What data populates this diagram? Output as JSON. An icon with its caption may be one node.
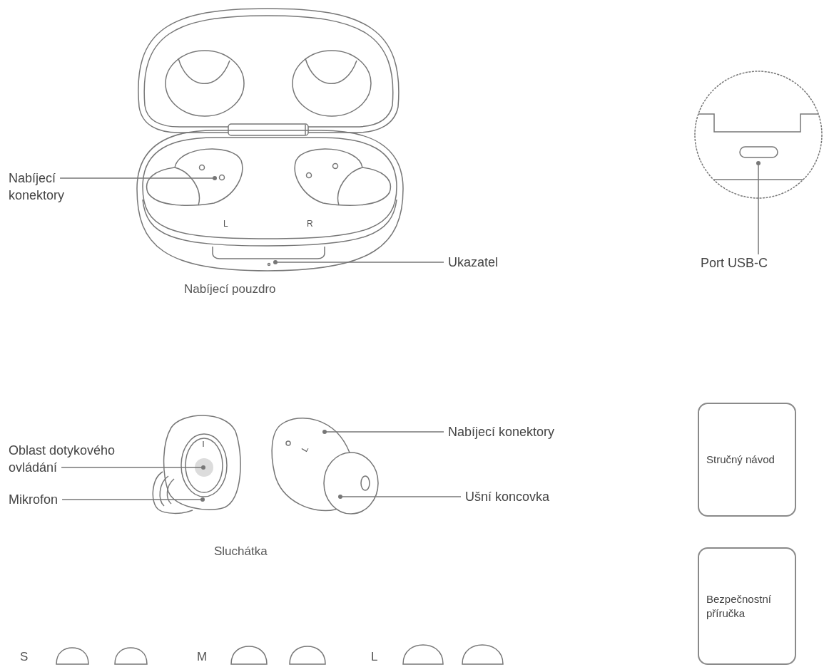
{
  "diagram": {
    "nodes": [
      {
        "text": [
          "Nabíjecí konektory"
        ]
      },
      {
        "text": [
          "Ukazatel"
        ]
      },
      {
        "text": [
          "Port USB-C"
        ]
      },
      {
        "text": [
          "Oblast dotykového ovládání"
        ]
      },
      {
        "text": [
          "Mikrofon"
        ]
      },
      {
        "text": [
          "Nabíjecí konektory"
        ]
      },
      {
        "text": [
          "Ušní koncovka"
        ]
      },
      {
        "text": [
          "Stručný návod"
        ]
      },
      {
        "text": [
          "Bezpečnostní příručka"
        ]
      }
    ],
    "edges": [
      {
        "from": 0,
        "to": null,
        "arrow": "other"
      },
      {
        "from": 1,
        "to": null,
        "arrow": "other"
      },
      {
        "from": 2,
        "to": null,
        "arrow": "other"
      },
      {
        "from": 3,
        "to": null,
        "arrow": "other"
      },
      {
        "from": 4,
        "to": null,
        "arrow": "other"
      },
      {
        "from": 5,
        "to": null,
        "arrow": "other"
      },
      {
        "from": 6,
        "to": null,
        "arrow": "other"
      }
    ],
    "labels": [
      "L",
      "R",
      "Nabíjecí pouzdro",
      "L",
      "Sluchátka",
      "S",
      "M",
      "L"
    ]
  }
}
